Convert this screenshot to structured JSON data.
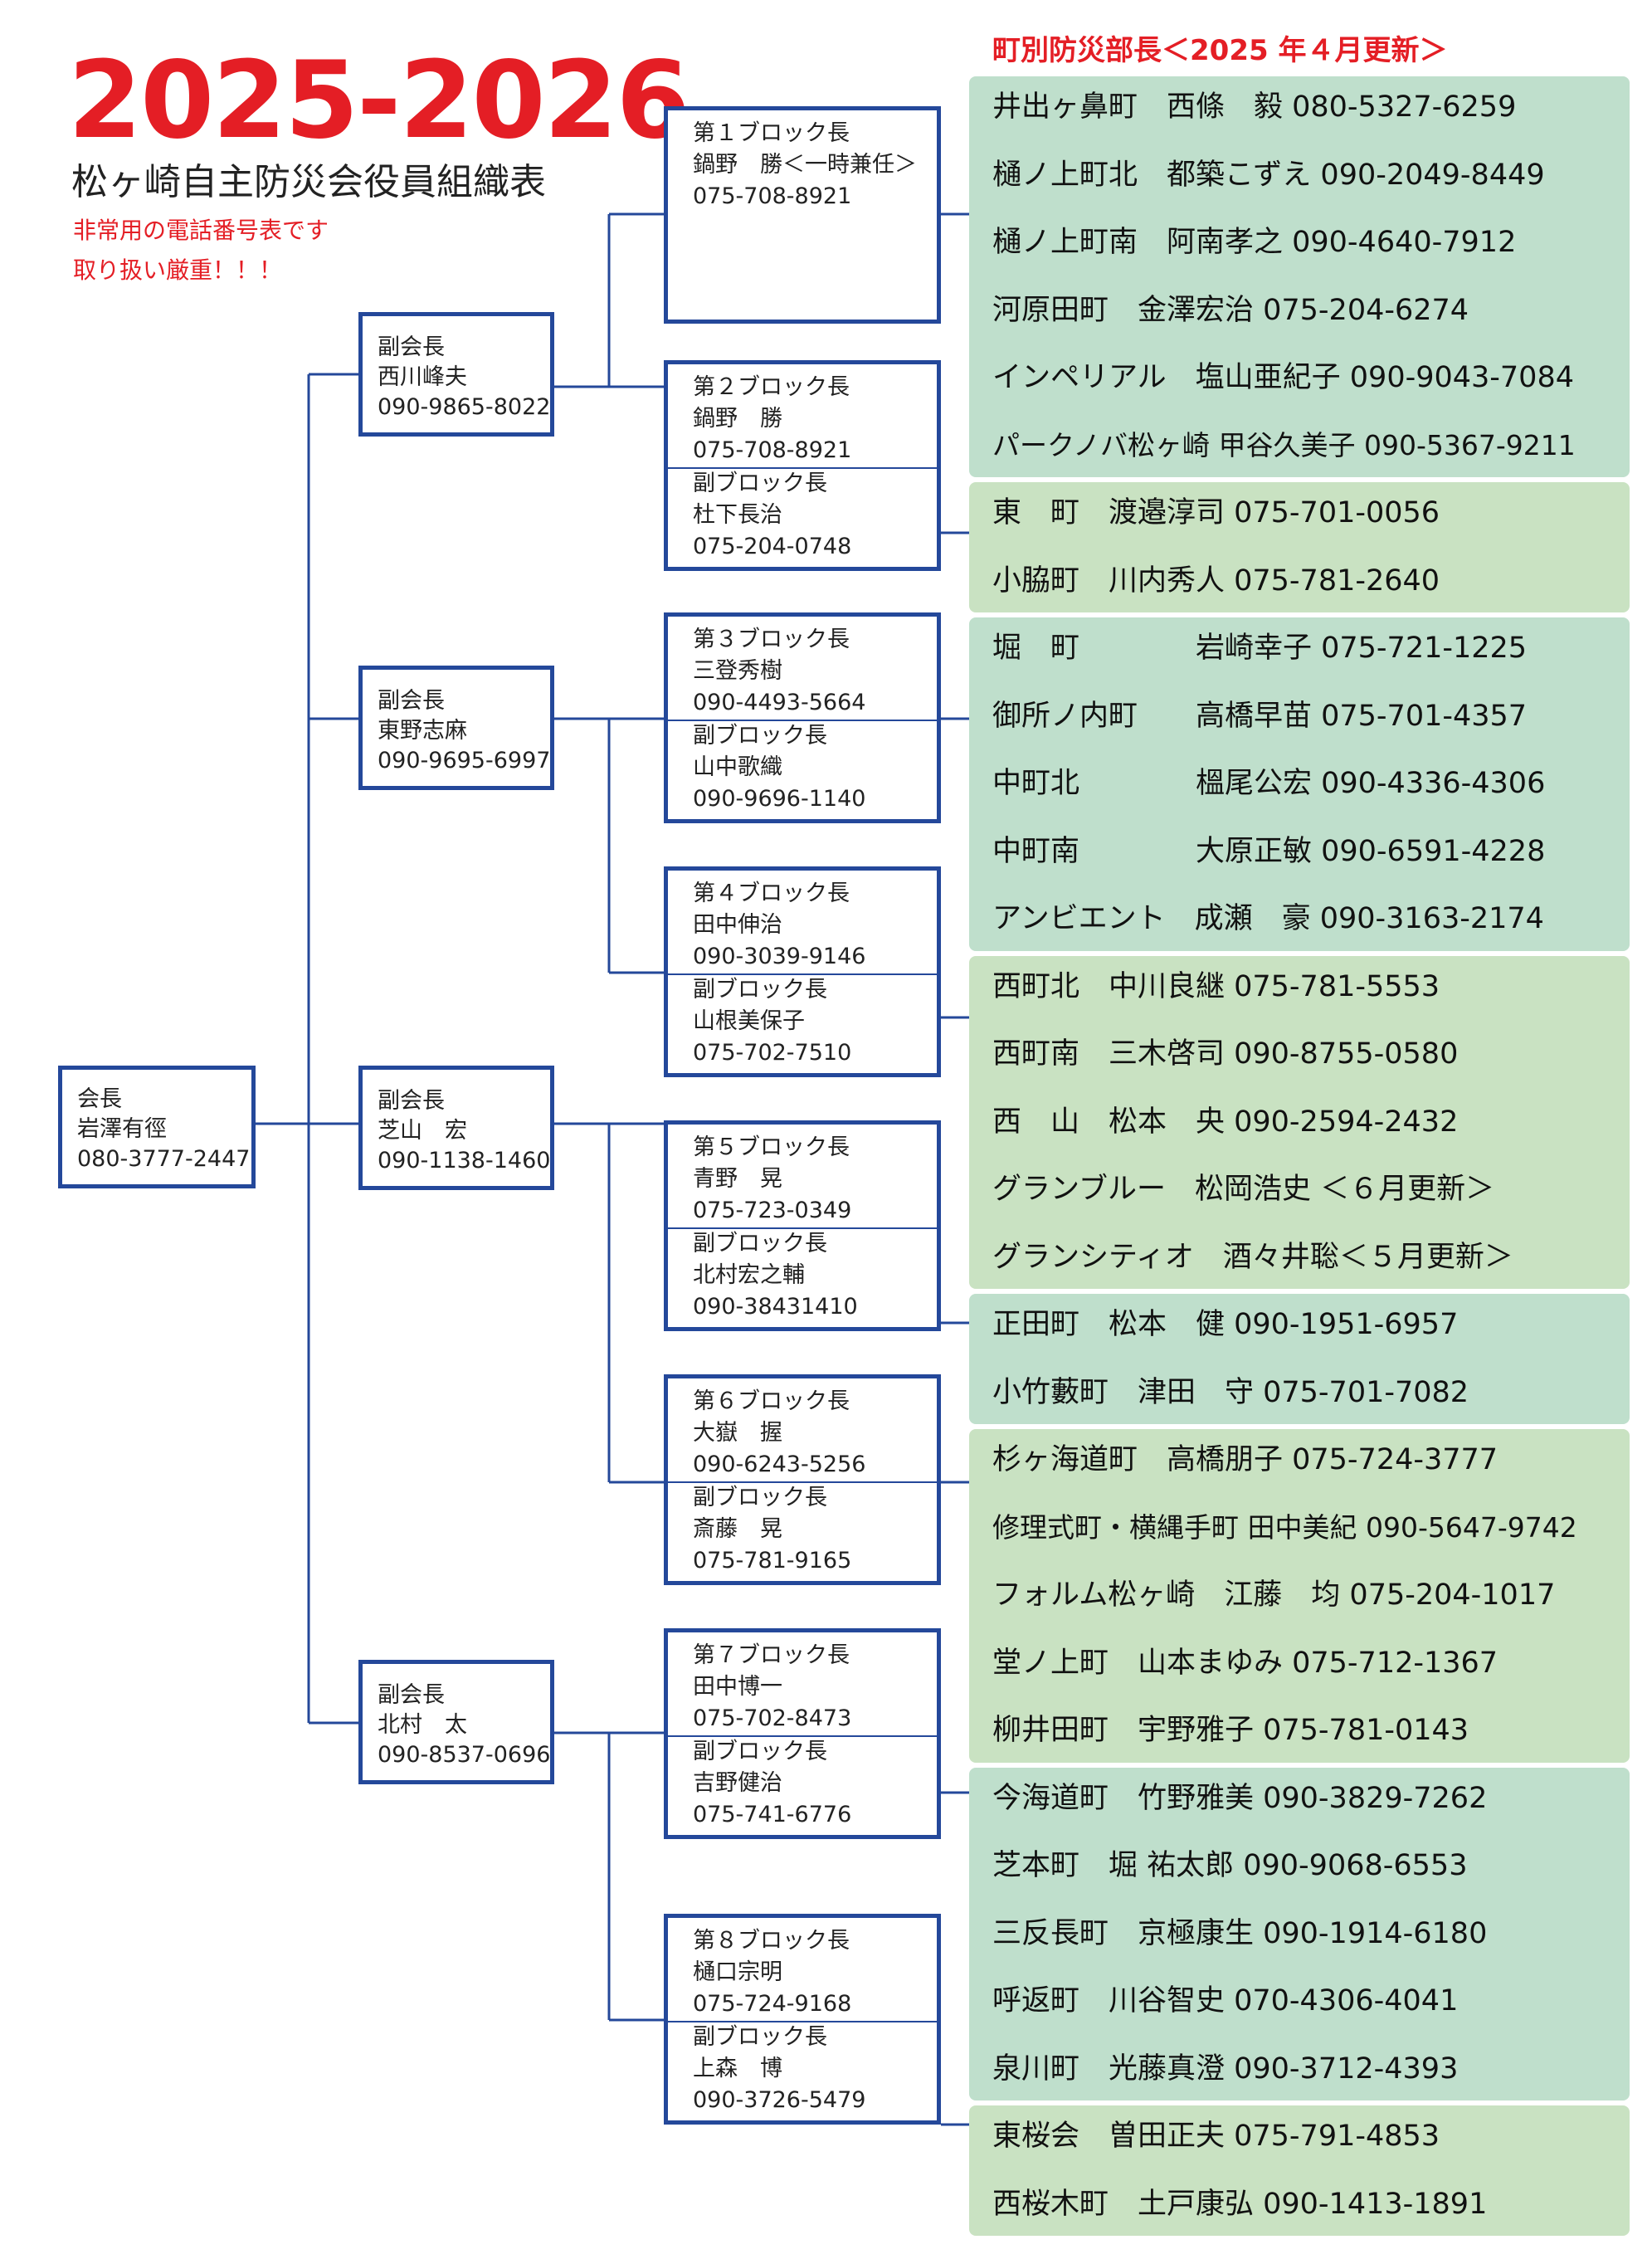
{
  "header": {
    "years": "2025-2026",
    "subtitle": "松ヶ崎自主防災会役員組織表",
    "warning1": "非常用の電話番号表です",
    "warning2": "取り扱い厳重！！！",
    "ward_heading": "町別防災部長＜2025 年４月更新＞"
  },
  "chairman": {
    "lines": [
      "会長",
      "岩澤有徑",
      "080-3777-2447"
    ]
  },
  "vice_chairs": [
    {
      "lines": [
        "副会長",
        "西川峰夫",
        "090-9865-8022"
      ]
    },
    {
      "lines": [
        "副会長",
        "東野志麻",
        "090-9695-6997"
      ]
    },
    {
      "lines": [
        "副会長",
        "芝山　宏",
        "090-1138-1460"
      ]
    },
    {
      "lines": [
        "副会長",
        "北村　太",
        "090-8537-0696"
      ]
    }
  ],
  "blocks": [
    {
      "leader": [
        "第１ブロック長",
        "鍋野　勝＜一時兼任＞",
        "075-708-8921"
      ],
      "deputy": []
    },
    {
      "leader": [
        "第２ブロック長",
        "鍋野　勝",
        "075-708-8921"
      ],
      "deputy": [
        "副ブロック長",
        "杜下長治",
        "075-204-0748"
      ]
    },
    {
      "leader": [
        "第３ブロック長",
        "三登秀樹",
        "090-4493-5664"
      ],
      "deputy": [
        "副ブロック長",
        "山中歌織",
        "090-9696-1140"
      ]
    },
    {
      "leader": [
        "第４ブロック長",
        "田中伸治",
        "090-3039-9146"
      ],
      "deputy": [
        "副ブロック長",
        "山根美保子",
        "075-702-7510"
      ]
    },
    {
      "leader": [
        "第５ブロック長",
        "青野　晃",
        "075-723-0349"
      ],
      "deputy": [
        "副ブロック長",
        "北村宏之輔",
        "090-38431410"
      ]
    },
    {
      "leader": [
        "第６ブロック長",
        "大嶽　握",
        "090-6243-5256"
      ],
      "deputy": [
        "副ブロック長",
        "斎藤　晃",
        "075-781-9165"
      ]
    },
    {
      "leader": [
        "第７ブロック長",
        "田中博一",
        "075-702-8473"
      ],
      "deputy": [
        "副ブロック長",
        "吉野健治",
        "075-741-6776"
      ]
    },
    {
      "leader": [
        "第８ブロック長",
        "樋口宗明",
        "075-724-9168"
      ],
      "deputy": [
        "副ブロック長",
        "上森　博",
        "090-3726-5479"
      ]
    }
  ],
  "ward_groups": [
    {
      "entries": [
        "井出ヶ鼻町　西條　毅 080-5327-6259",
        "樋ノ上町北　都築こずえ 090-2049-8449",
        "樋ノ上町南　阿南孝之 090-4640-7912",
        "河原田町　金澤宏治 075-204-6274",
        "インペリアル　塩山亜紀子 090-9043-7084",
        "パークノバ松ヶ崎 甲谷久美子 090-5367-9211"
      ]
    },
    {
      "entries": [
        "東　町　渡邉淳司 075-701-0056",
        "小脇町　川内秀人 075-781-2640"
      ]
    },
    {
      "entries": [
        "堀　町　　　　岩崎幸子 075-721-1225",
        "御所ノ内町　　高橋早苗 075-701-4357",
        "中町北　　　　榲尾公宏 090-4336-4306",
        "中町南　　　　大原正敏 090-6591-4228",
        "アンビエント　成瀬　豪 090-3163-2174"
      ]
    },
    {
      "entries": [
        "西町北　中川良継 075-781-5553",
        "西町南　三木啓司 090-8755-0580",
        "西　山　松本　央 090-2594-2432",
        "グランブルー　松岡浩史 ＜６月更新＞",
        "グランシティオ　酒々井聡＜５月更新＞"
      ]
    },
    {
      "entries": [
        "正田町　松本　健 090-1951-6957",
        "小竹藪町　津田　守 075-701-7082"
      ]
    },
    {
      "entries": [
        "杉ヶ海道町　高橋朋子 075-724-3777",
        "修理式町・横縄手町 田中美紀 090-5647-9742",
        "フォルム松ヶ崎　江藤　均 075-204-1017",
        "堂ノ上町　山本まゆみ 075-712-1367",
        "柳井田町　宇野雅子 075-781-0143"
      ]
    },
    {
      "entries": [
        "今海道町　竹野雅美 090-3829-7262",
        "芝本町　堀 祐太郎 090-9068-6553",
        "三反長町　京極康生 090-1914-6180",
        "呼返町　川谷智史 070-4306-4041",
        "泉川町　光藤真澄 090-3712-4393"
      ]
    },
    {
      "entries": [
        "東桜会　曽田正夫 075-791-4853",
        "西桜木町　土戸康弘 090-1413-1891"
      ]
    }
  ],
  "colors": {
    "title_red": "#e41e25",
    "line_blue": "#24489a",
    "green_a": "#bfdfcc",
    "green_b": "#c9e2c2"
  }
}
